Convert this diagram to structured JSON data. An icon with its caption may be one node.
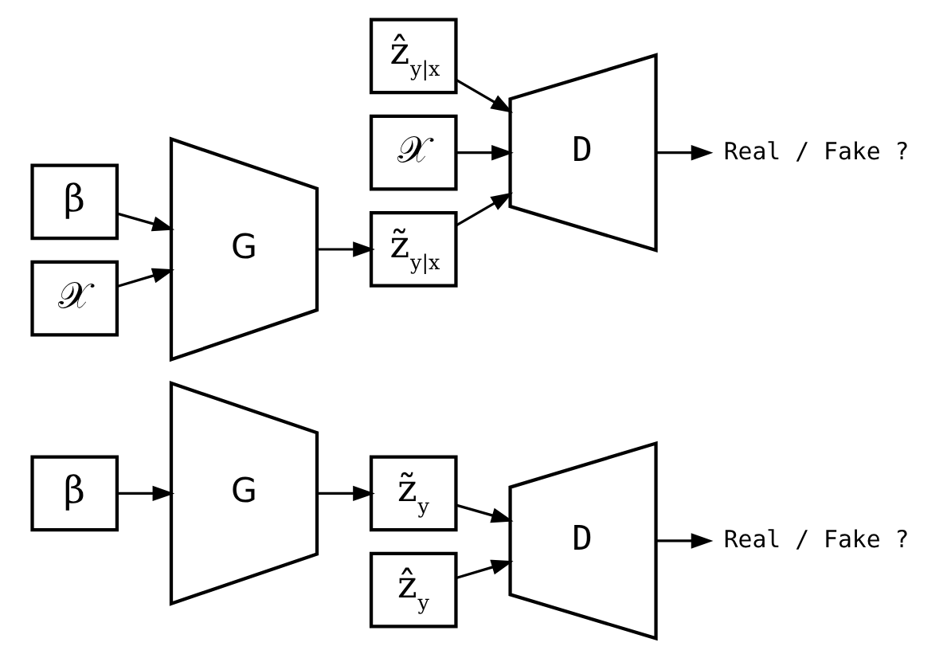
{
  "diagram": {
    "nodes": [
      {
        "text": [
          "β"
        ]
      },
      {
        "text": [
          "G"
        ]
      },
      {
        "text": [
          "ẑ$_{y}$"
        ]
      },
      {
        "text": [
          "z̃$_{y}$"
        ]
      },
      {
        "text": [
          "D"
        ]
      },
      {
        "text": [
          "Real / Fake ?"
        ]
      },
      {
        "text": [
          "ẑ$_{y|x}$"
        ]
      },
      {
        "text": [
          "β"
        ]
      },
      {
        "text": [
          "𝒳"
        ]
      },
      {
        "text": [
          "𝒳"
        ]
      },
      {
        "text": [
          "G"
        ]
      },
      {
        "text": [
          "z̃$_{y|x}$"
        ]
      },
      {
        "text": [
          "D"
        ]
      },
      {
        "text": [
          "Real / Fake ?"
        ]
      }
    ],
    "edges": [
      {
        "from": 0,
        "to": 1,
        "arrow": "to"
      },
      {
        "from": 1,
        "to": 3,
        "arrow": "to"
      },
      {
        "from": 2,
        "to": 4,
        "arrow": "to"
      },
      {
        "from": 3,
        "to": 4,
        "arrow": "to"
      },
      {
        "from": 4,
        "to": 5,
        "arrow": "to"
      },
      {
        "from": 7,
        "to": 10,
        "arrow": "to"
      },
      {
        "from": 8,
        "to": 10,
        "arrow": "to"
      },
      {
        "from": 10,
        "to": 11,
        "arrow": "to"
      },
      {
        "from": 6,
        "to": 12,
        "arrow": "to"
      },
      {
        "from": 9,
        "to": 12,
        "arrow": "to"
      },
      {
        "from": 11,
        "to": 12,
        "arrow": "to"
      },
      {
        "from": 12,
        "to": 13,
        "arrow": "to"
      }
    ]
  }
}
